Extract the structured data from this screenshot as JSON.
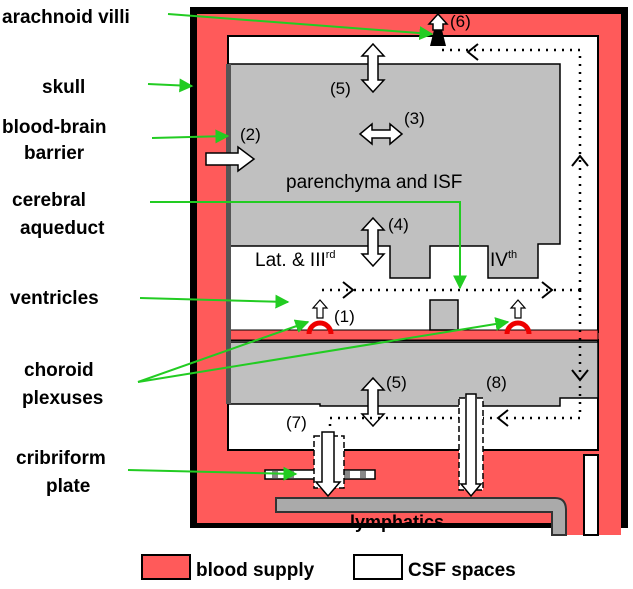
{
  "colors": {
    "blood": "#ff5a5a",
    "parenchyma": "#c0c0c0",
    "pointer": "#22cc22",
    "outline": "#000000"
  },
  "left_labels": [
    {
      "text": "arachnoid villi"
    },
    {
      "text": "skull"
    },
    {
      "text": "blood-brain"
    },
    {
      "text": "barrier"
    },
    {
      "text": "cerebral"
    },
    {
      "text": "aqueduct"
    },
    {
      "text": "ventricles"
    },
    {
      "text": "choroid"
    },
    {
      "text": "plexuses"
    },
    {
      "text": "cribriform"
    },
    {
      "text": "plate"
    }
  ],
  "region_labels": {
    "parenchyma": "parenchyma and ISF",
    "lateral_prefix": "Lat. & III",
    "lateral_sup": "rd",
    "fourth_prefix": "IV",
    "fourth_sup": "th",
    "lymphatics": "lymphatics"
  },
  "numbers": {
    "n1": "(1)",
    "n2": "(2)",
    "n3": "(3)",
    "n4": "(4)",
    "n5a": "(5)",
    "n5b": "(5)",
    "n6": "(6)",
    "n7": "(7)",
    "n8": "(8)"
  },
  "legend": {
    "blood": "blood supply",
    "csf": "CSF spaces"
  }
}
